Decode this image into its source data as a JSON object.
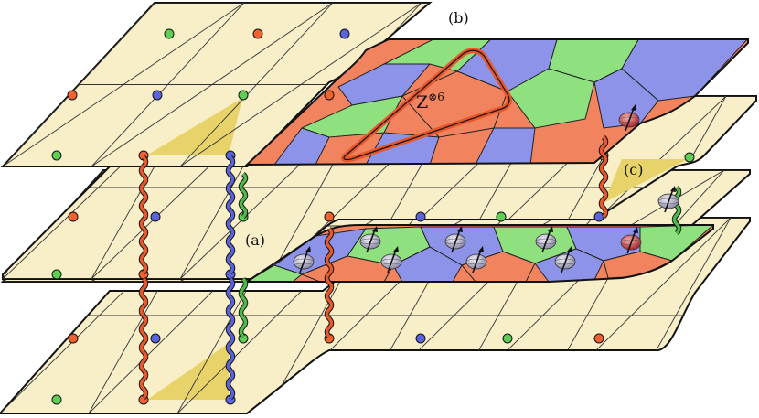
{
  "labels": {
    "a": "(a)",
    "b": "(b)",
    "c": "(c)",
    "operator": "Z",
    "operator_sup": "⊗6"
  },
  "colors": {
    "sheet": "#f8efc9",
    "triangle": "#e8d36b",
    "edge": "#111111",
    "red": "#f1835f",
    "green": "#8fe07e",
    "blue": "#8c93e8",
    "vertex_red": "#f0622f",
    "vertex_green": "#5ecf54",
    "vertex_blue": "#5b63dd",
    "wire_red": "#e8572b",
    "wire_blue": "#5963d8",
    "wire_green": "#4fb84a",
    "loop": "#e8572b",
    "spin_gray": "#b6b3c9",
    "spin_red": "#d3474a"
  }
}
